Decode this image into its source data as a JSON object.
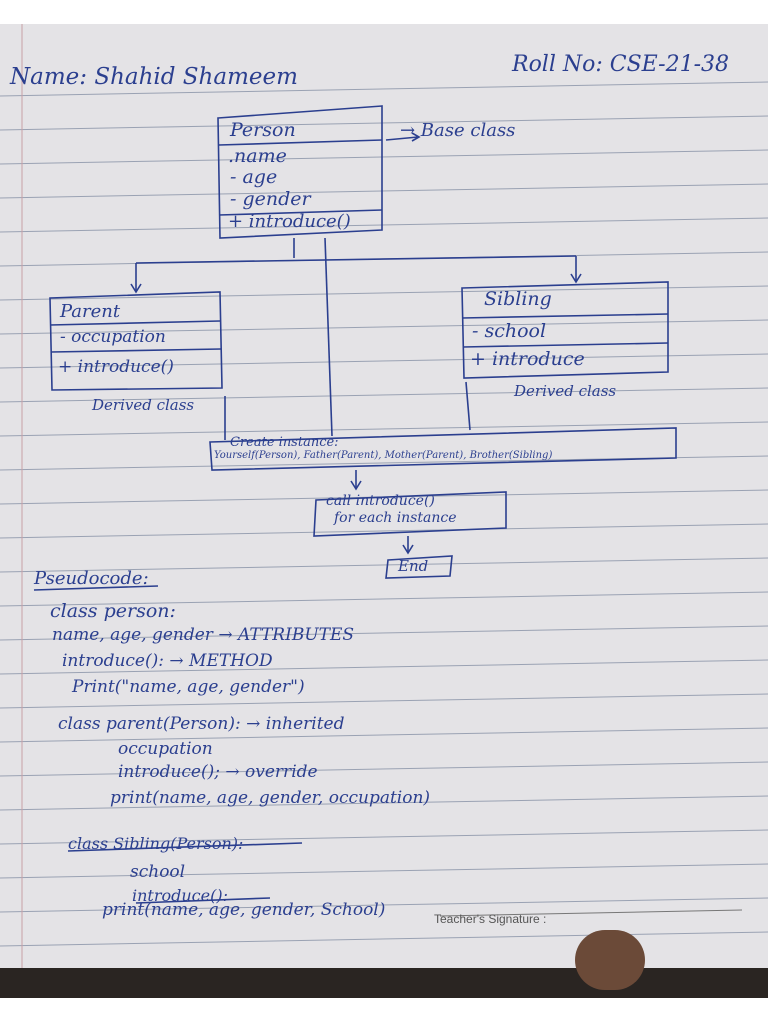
{
  "header": {
    "name": "Name: Shahid Shameem",
    "roll": "Roll No: CSE-21-38"
  },
  "base": {
    "title": "Person",
    "attrs": [
      ".name",
      "- age",
      "- gender"
    ],
    "method": "+ introduce()",
    "note": "→ Base class"
  },
  "parent": {
    "title": "Parent",
    "attr": "- occupation",
    "method": "+ introduce()",
    "label": "Derived class"
  },
  "sibling": {
    "title": "Sibling",
    "attr": "- school",
    "method": "+ introduce",
    "label": "Derived class"
  },
  "flow": {
    "create_1": "Create instance:",
    "create_2": "Yourself(Person), Father(Parent), Mother(Parent), Brother(Sibling)",
    "call_1": "call introduce()",
    "call_2": "for each instance",
    "end": "End"
  },
  "pseudo": {
    "heading": "Pseudocode:",
    "lines": [
      "class person:",
      "name, age, gender → ATTRIBUTES",
      "introduce(): → METHOD",
      "Print(\"name, age, gender\")",
      "class parent(Person): → inherited",
      "occupation",
      "introduce(); → override",
      "print(name, age, gender, occupation)",
      "class Sibling(Person):",
      "school",
      "introduce():",
      "print(name, age, gender, School)"
    ]
  },
  "footer": {
    "teacher": "Teacher's Signature :"
  },
  "colors": {
    "ink": "#2b3f8f",
    "ruling": "#9aa2b3",
    "paper": "#e4e3e6"
  }
}
